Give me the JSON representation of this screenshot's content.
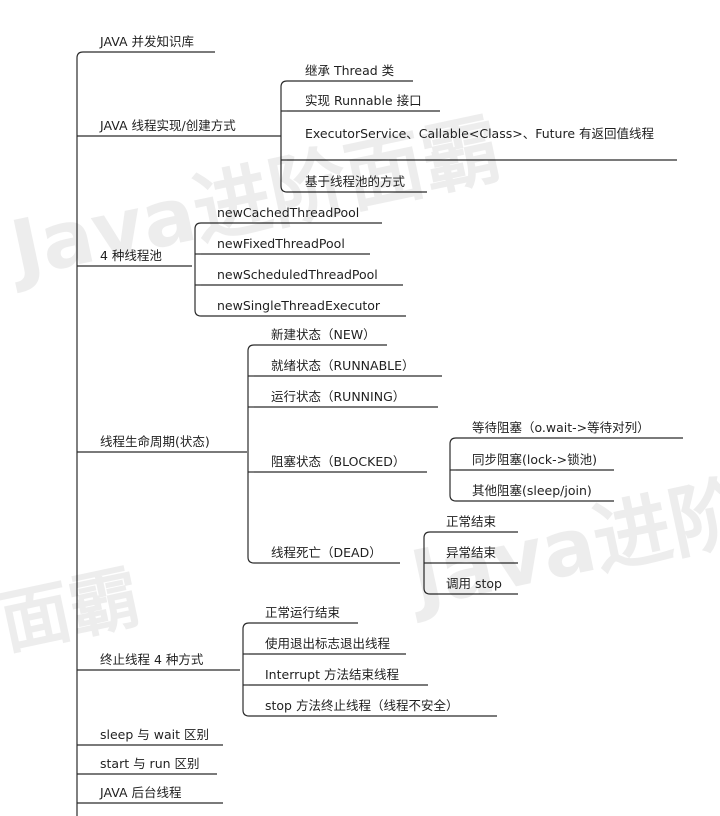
{
  "mindmap": {
    "root_children": [
      {
        "id": "n1",
        "label": "JAVA 并发知识库"
      },
      {
        "id": "n2",
        "label": "JAVA 线程实现/创建方式",
        "children": [
          {
            "id": "n2a",
            "label": "继承 Thread 类"
          },
          {
            "id": "n2b",
            "label": "实现 Runnable 接口"
          },
          {
            "id": "n2c",
            "label": "ExecutorService、Callable<Class>、Future 有返回值线程"
          },
          {
            "id": "n2d",
            "label": "基于线程池的方式"
          }
        ]
      },
      {
        "id": "n3",
        "label": "4 种线程池",
        "children": [
          {
            "id": "n3a",
            "label": "newCachedThreadPool"
          },
          {
            "id": "n3b",
            "label": "newFixedThreadPool"
          },
          {
            "id": "n3c",
            "label": "newScheduledThreadPool"
          },
          {
            "id": "n3d",
            "label": "newSingleThreadExecutor"
          }
        ]
      },
      {
        "id": "n4",
        "label": "线程生命周期(状态)",
        "children": [
          {
            "id": "n4a",
            "label": "新建状态（NEW）"
          },
          {
            "id": "n4b",
            "label": "就绪状态（RUNNABLE）"
          },
          {
            "id": "n4c",
            "label": "运行状态（RUNNING）"
          },
          {
            "id": "n4d",
            "label": "阻塞状态（BLOCKED）",
            "children": [
              {
                "id": "n4d1",
                "label": "等待阻塞（o.wait->等待对列）"
              },
              {
                "id": "n4d2",
                "label": "同步阻塞(lock->锁池)"
              },
              {
                "id": "n4d3",
                "label": "其他阻塞(sleep/join)"
              }
            ]
          },
          {
            "id": "n4e",
            "label": "线程死亡（DEAD）",
            "children": [
              {
                "id": "n4e1",
                "label": "正常结束"
              },
              {
                "id": "n4e2",
                "label": "异常结束"
              },
              {
                "id": "n4e3",
                "label": "调用 stop"
              }
            ]
          }
        ]
      },
      {
        "id": "n5",
        "label": "终止线程 4 种方式",
        "children": [
          {
            "id": "n5a",
            "label": "正常运行结束"
          },
          {
            "id": "n5b",
            "label": "使用退出标志退出线程"
          },
          {
            "id": "n5c",
            "label": "Interrupt 方法结束线程"
          },
          {
            "id": "n5d",
            "label": "stop 方法终止线程（线程不安全）"
          }
        ]
      },
      {
        "id": "n6",
        "label": "sleep 与 wait 区别"
      },
      {
        "id": "n7",
        "label": "start 与 run 区别"
      },
      {
        "id": "n8",
        "label": "JAVA 后台线程"
      }
    ]
  },
  "watermarks": [
    "Java进阶面霸",
    "面霸",
    "Java进阶"
  ],
  "colors": {
    "line": "#2b2b2b",
    "text": "#1f1f1f"
  }
}
